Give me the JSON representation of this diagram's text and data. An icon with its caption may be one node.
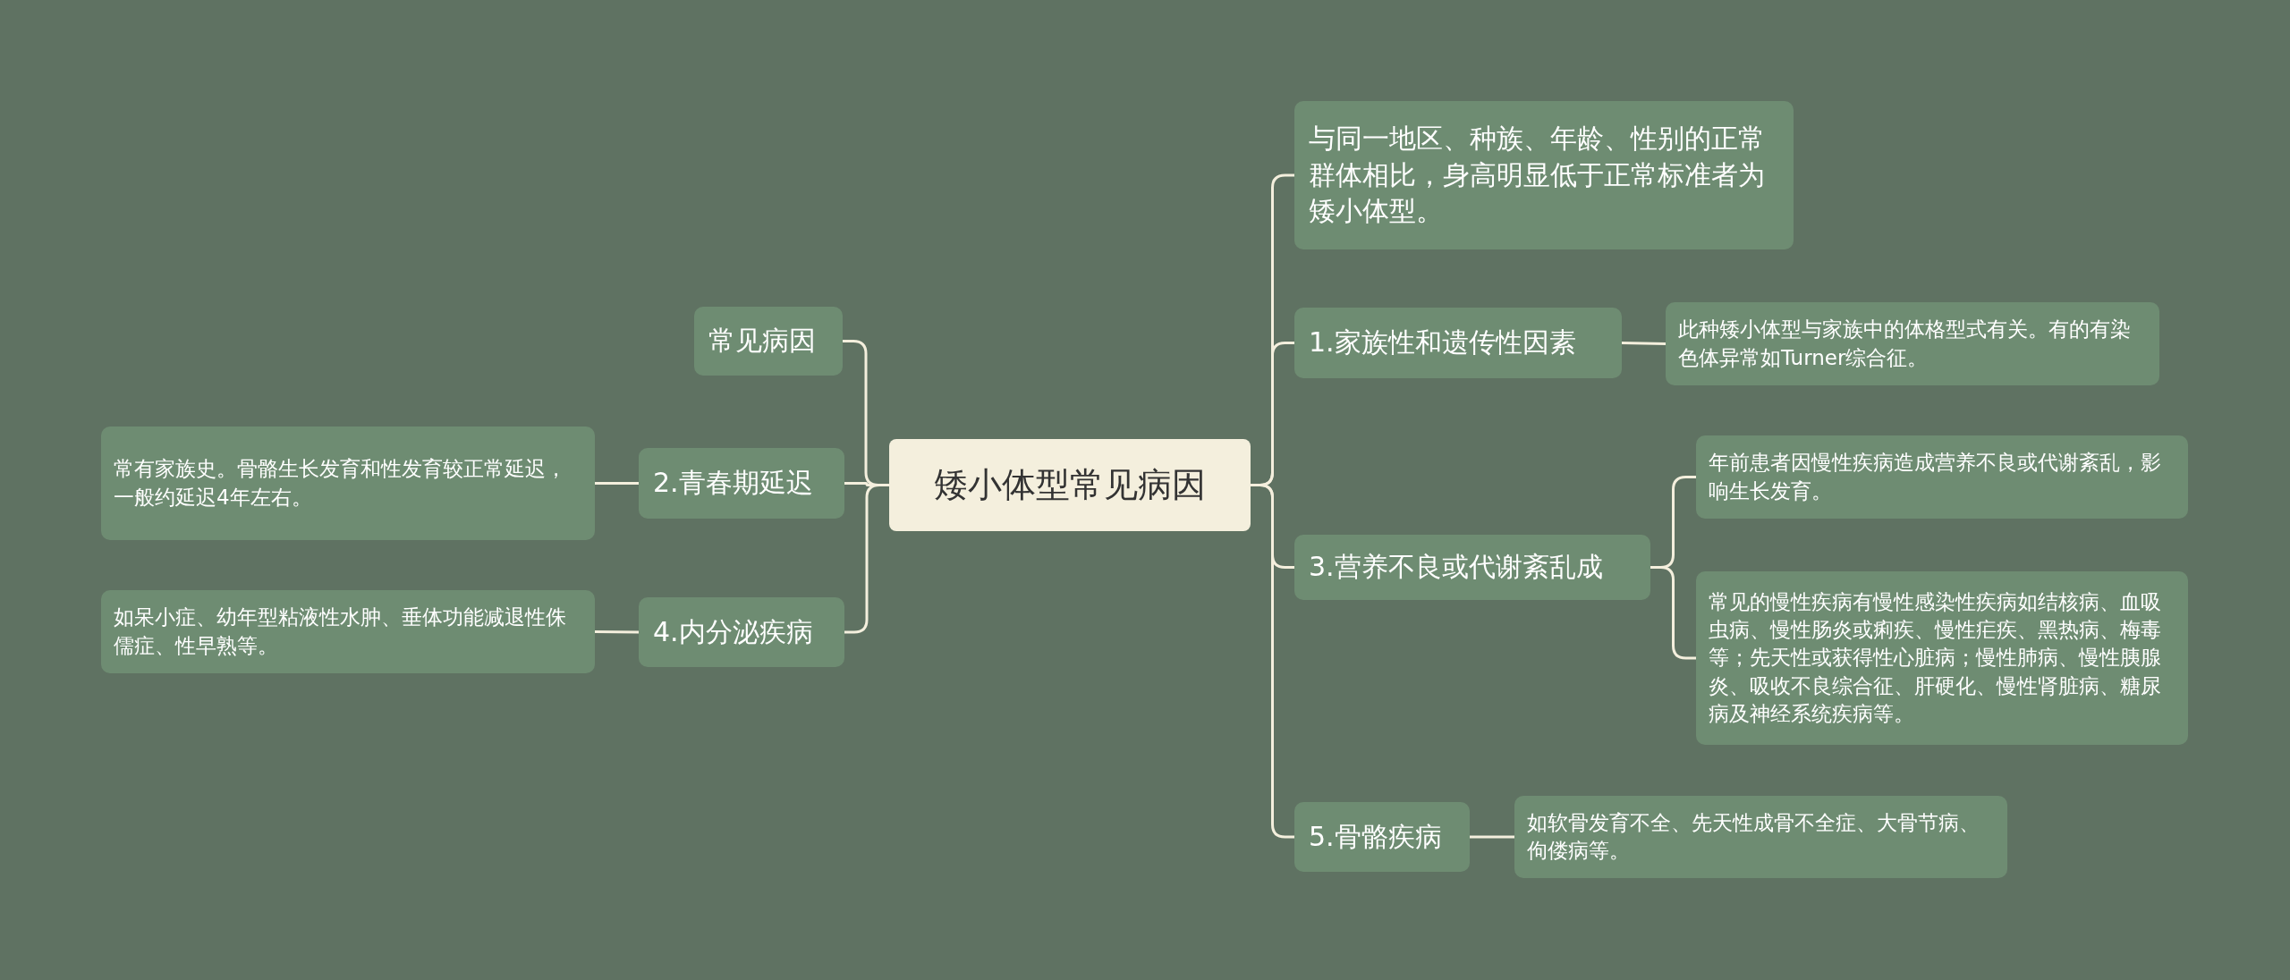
{
  "diagram": {
    "nodes": [
      {
        "text": [
          "矮小体型常见病因"
        ]
      },
      {
        "text": [
          "常见病因"
        ]
      },
      {
        "text": [
          "2.青春期延迟"
        ]
      },
      {
        "text": [
          "常有家族史。骨骼生长发育和性发育较正常延迟，一般约延迟4年左右。"
        ]
      },
      {
        "text": [
          "4.内分泌疾病"
        ]
      },
      {
        "text": [
          "如呆小症、幼年型粘液性水肿、垂体功能减退性侏儒症、性早熟等。"
        ]
      },
      {
        "text": [
          "与同一地区、种族、年龄、性别的正常群体相比，身高明显低于正常标准者为矮小体型。"
        ]
      },
      {
        "text": [
          "1.家族性和遗传性因素"
        ]
      },
      {
        "text": [
          "此种矮小体型与家族中的体格型式有关。有的有染色体异常如Turner综合征。"
        ]
      },
      {
        "text": [
          "3.营养不良或代谢紊乱成"
        ]
      },
      {
        "text": [
          "年前患者因慢性疾病造成营养不良或代谢紊乱，影响生长发育。"
        ]
      },
      {
        "text": [
          "常见的慢性疾病有慢性感染性疾病如结核病、血吸虫病、慢性肠炎或痢疾、慢性疟疾、黑热病、梅毒等；先天性或获得性心脏病；慢性肺病、慢性胰腺炎、吸收不良综合征、肝硬化、慢性肾脏病、糖尿病及神经系统疾病等。"
        ]
      },
      {
        "text": [
          "5.骨骼疾病"
        ]
      },
      {
        "text": [
          "如软骨发育不全、先天性成骨不全症、大骨节病、佝偻病等。"
        ]
      }
    ],
    "edges": [
      {
        "from": 0,
        "to": 1,
        "arrow": "none"
      },
      {
        "from": 0,
        "to": 2,
        "arrow": "none"
      },
      {
        "from": 2,
        "to": 3,
        "arrow": "none"
      },
      {
        "from": 0,
        "to": 4,
        "arrow": "none"
      },
      {
        "from": 4,
        "to": 5,
        "arrow": "none"
      },
      {
        "from": 0,
        "to": 6,
        "arrow": "none"
      },
      {
        "from": 0,
        "to": 7,
        "arrow": "none"
      },
      {
        "from": 7,
        "to": 8,
        "arrow": "none"
      },
      {
        "from": 0,
        "to": 9,
        "arrow": "none"
      },
      {
        "from": 9,
        "to": 10,
        "arrow": "none"
      },
      {
        "from": 9,
        "to": 11,
        "arrow": "none"
      },
      {
        "from": 0,
        "to": 12,
        "arrow": "none"
      },
      {
        "from": 12,
        "to": 13,
        "arrow": "none"
      }
    ]
  }
}
